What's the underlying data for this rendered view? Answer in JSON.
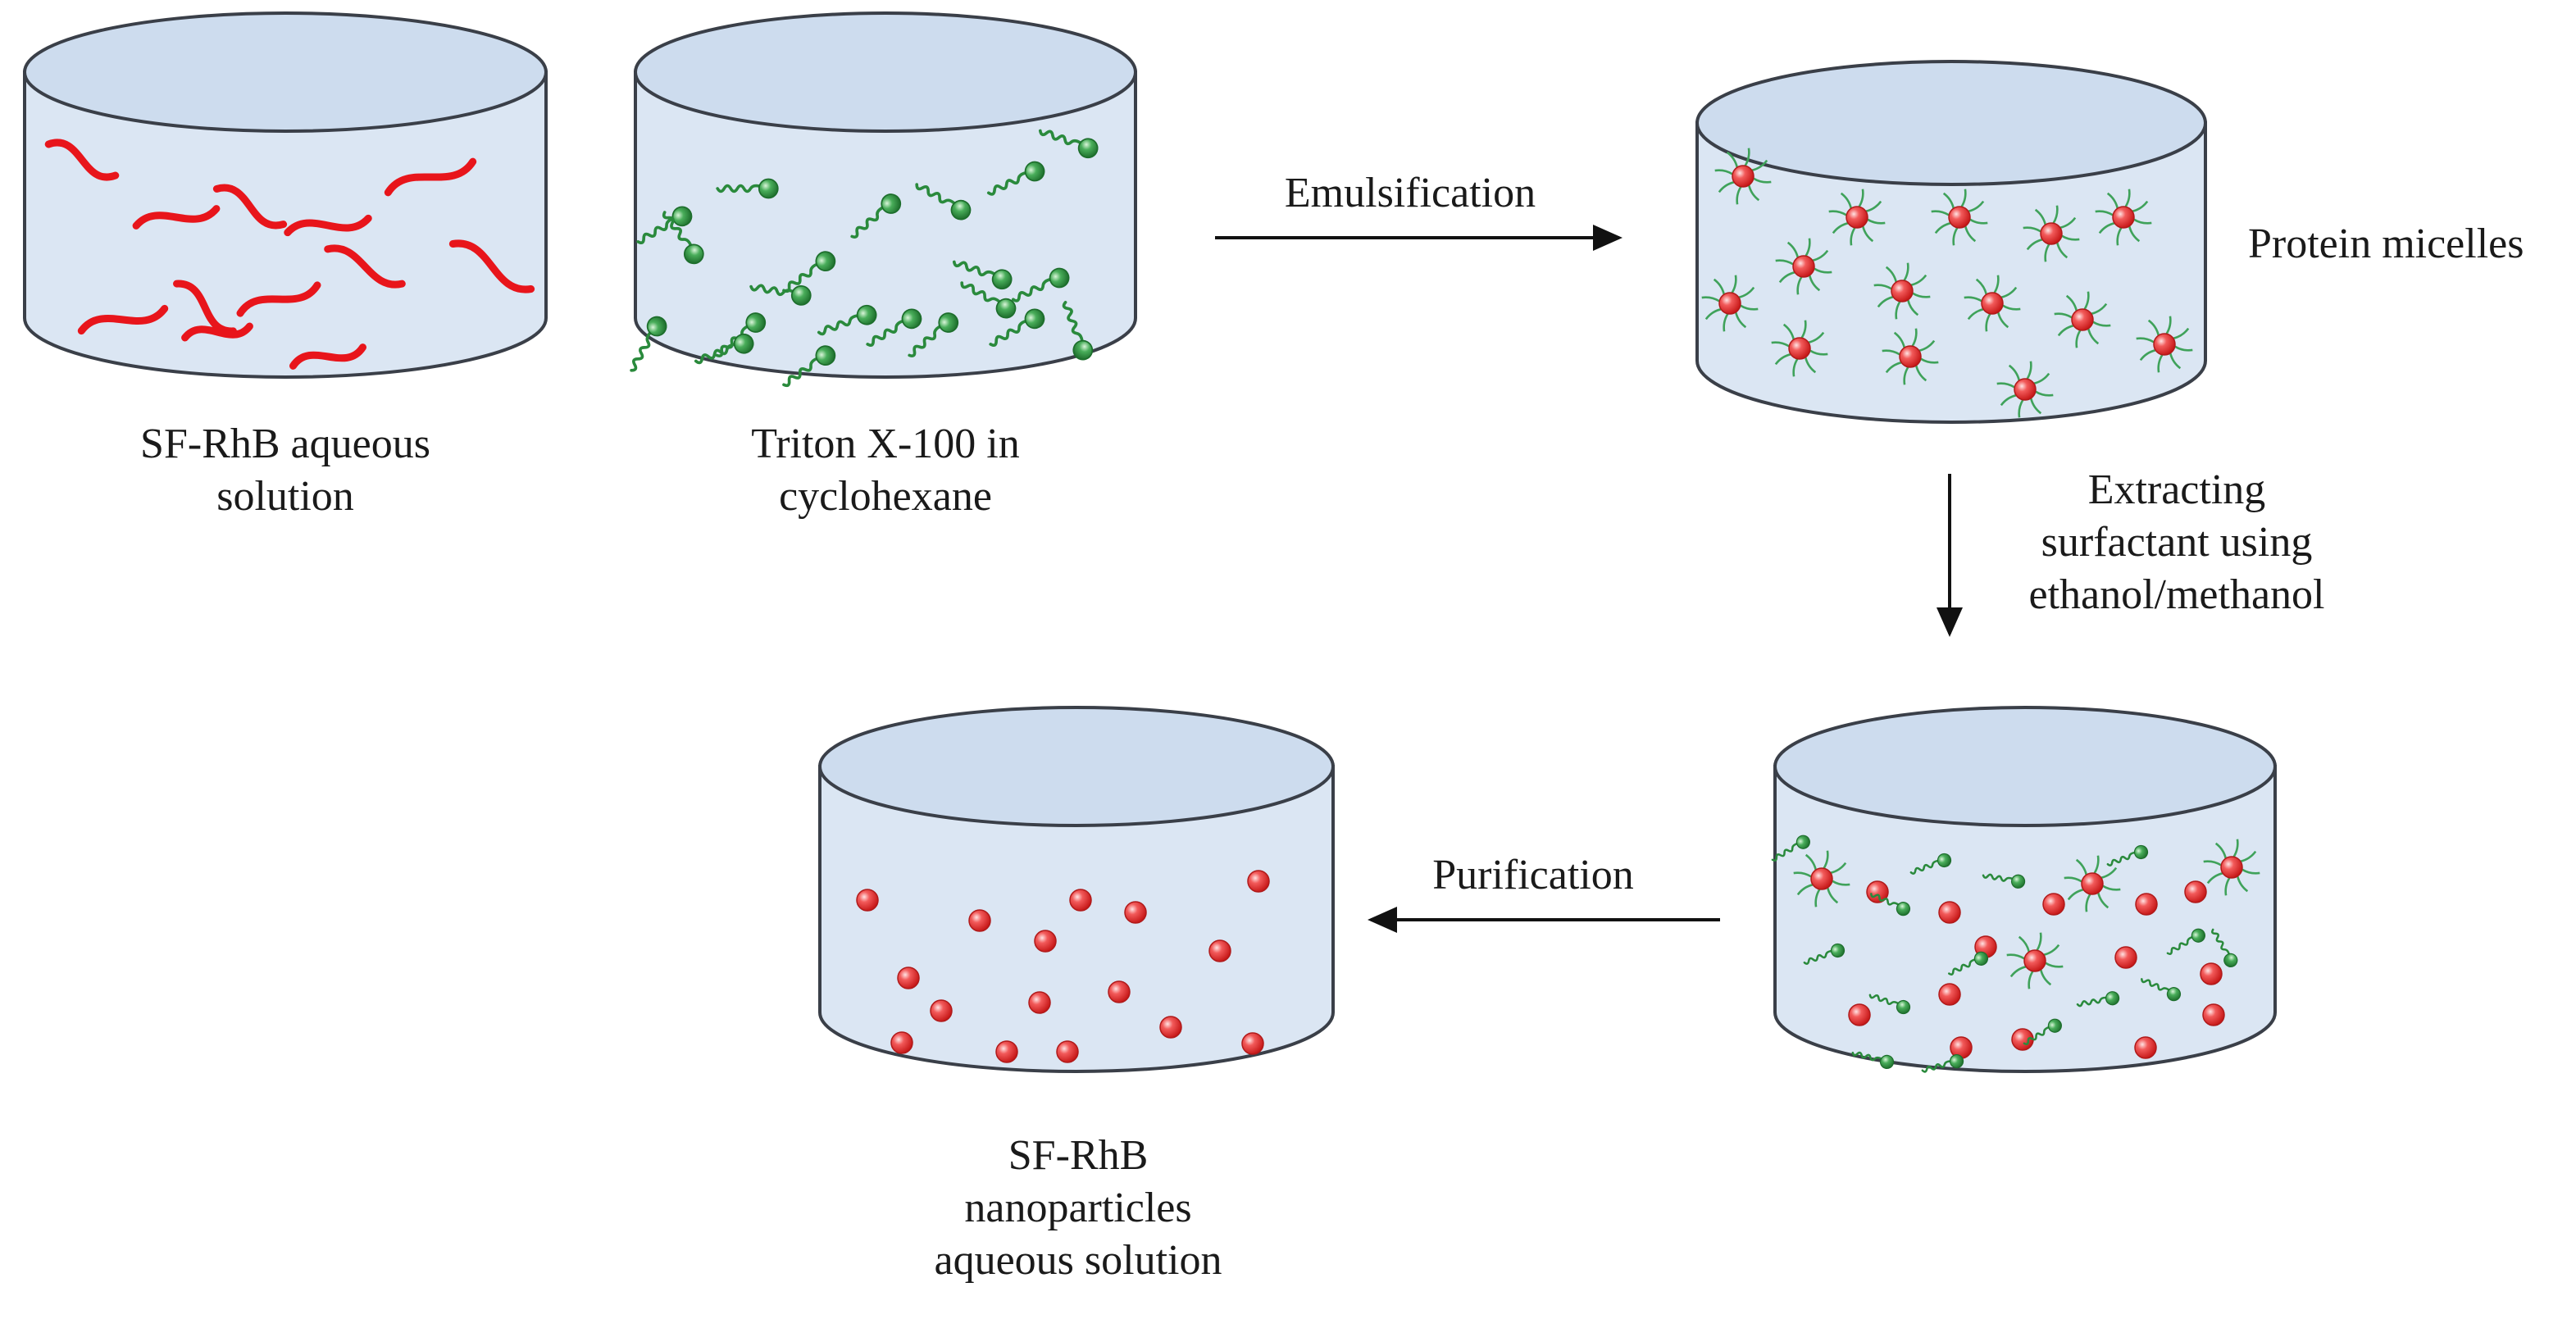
{
  "colors": {
    "liquid_fill": "#dbe6f3",
    "top_fill": "#cddcee",
    "outline": "#3a3f48",
    "protein_strand": "#e8151b",
    "surfactant": "#2a8a3c",
    "micelle_core": "#e83a3a",
    "arrow": "#111111"
  },
  "containers": {
    "sf_rhb_solution": {
      "label_lines": [
        "SF-RhB aqueous",
        "solution"
      ],
      "contents": "protein-strands"
    },
    "triton_cyclohexane": {
      "label_lines": [
        "Triton X-100 in",
        "cyclohexane"
      ],
      "contents": "surfactant-molecules"
    },
    "protein_micelles": {
      "label_lines": [
        "Protein micelles"
      ],
      "contents": "micelles"
    },
    "extracted_mixture": {
      "label_lines": [],
      "contents": "micelles-and-free-surfactant"
    },
    "nanoparticles": {
      "label_lines": [
        "SF-RhB",
        "nanoparticles",
        "aqueous solution"
      ],
      "contents": "nanoparticles"
    }
  },
  "steps": {
    "emulsification": {
      "label_lines": [
        "Emulsification"
      ],
      "direction": "right"
    },
    "extraction": {
      "label_lines": [
        "Extracting",
        "surfactant using",
        "ethanol/methanol"
      ],
      "direction": "down"
    },
    "purification": {
      "label_lines": [
        "Purification"
      ],
      "direction": "left"
    }
  }
}
